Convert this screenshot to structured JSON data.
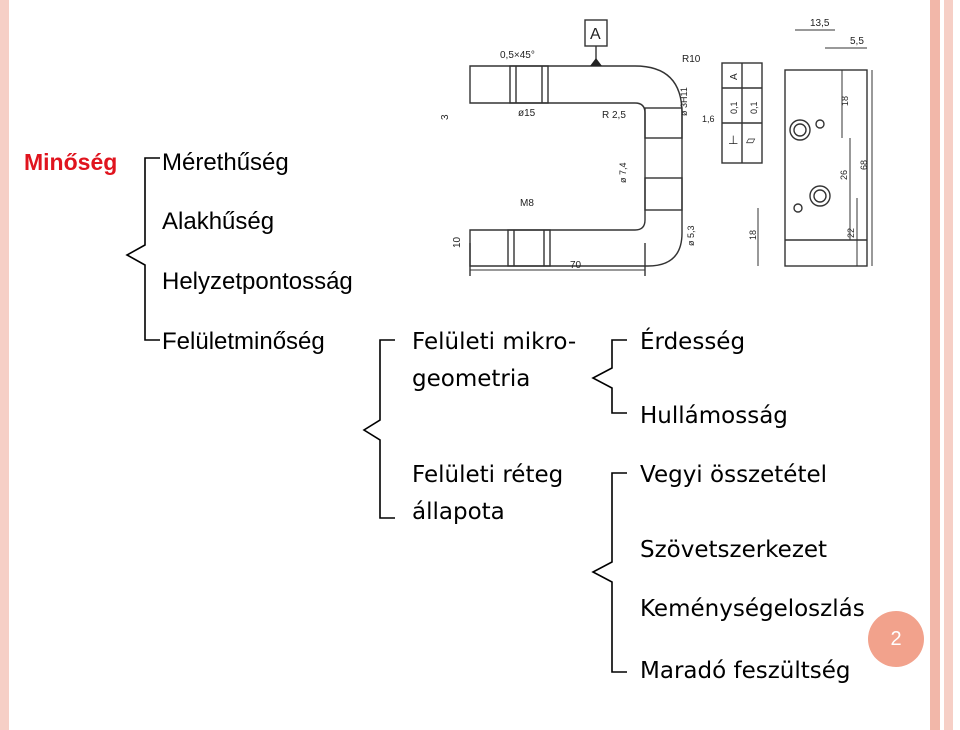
{
  "tree": {
    "root": "Minőség",
    "level1": [
      "Mérethűség",
      "Alakhűség",
      "Helyzetpontosság",
      "Felületminőség"
    ],
    "level2": [
      "Felületi mikro-",
      "geometria",
      "Felületi réteg",
      "állapota"
    ],
    "level3a": [
      "Érdesség",
      "Hullámosság"
    ],
    "level3b": [
      "Vegyi összetétel",
      "Szövetszerkezet",
      "Keménységeloszlás",
      "Maradó feszültség"
    ]
  },
  "drawing": {
    "datum": "A",
    "labels": {
      "chamfer": "0,5×45°",
      "d15": "ø15",
      "r10": "R10",
      "r25": "R 2,5",
      "d3h11": "ø 3H11",
      "tol16": "1,6",
      "d74": "ø 7,4",
      "m8": "M8",
      "d53": "ø 5,3",
      "dim3": "3",
      "dim10": "10",
      "dim70": "70",
      "dim135": "13,5",
      "dim55": "5,5",
      "dim18a": "18",
      "dim26": "26",
      "dim68": "68",
      "dim18b": "18",
      "dim22": "22",
      "tolA": "A",
      "tol01a": "0,1",
      "tol01b": "0,1",
      "tolPerp": "⊥",
      "tolFlat": "▱"
    }
  },
  "page_number": "2",
  "colors": {
    "root": "#e0141e",
    "badge": "#f2a28c",
    "edge": "#f2b7a9"
  }
}
